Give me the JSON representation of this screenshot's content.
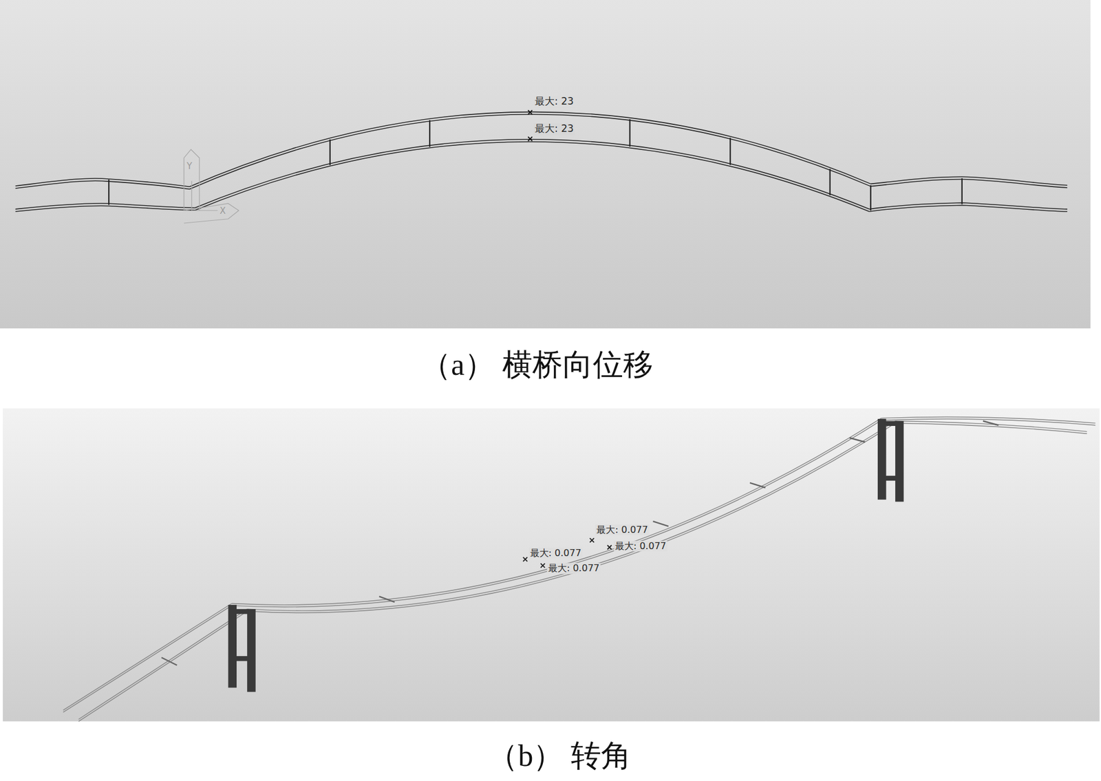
{
  "diagram": {
    "labels": [
      "最大: 23",
      "最大: 23",
      "Y",
      "X",
      "（a） 横桥向位移",
      "最大: 0.077",
      "最大: 0.077",
      "最大: 0.077",
      "最大: 0.077",
      "（b） 转角"
    ]
  }
}
